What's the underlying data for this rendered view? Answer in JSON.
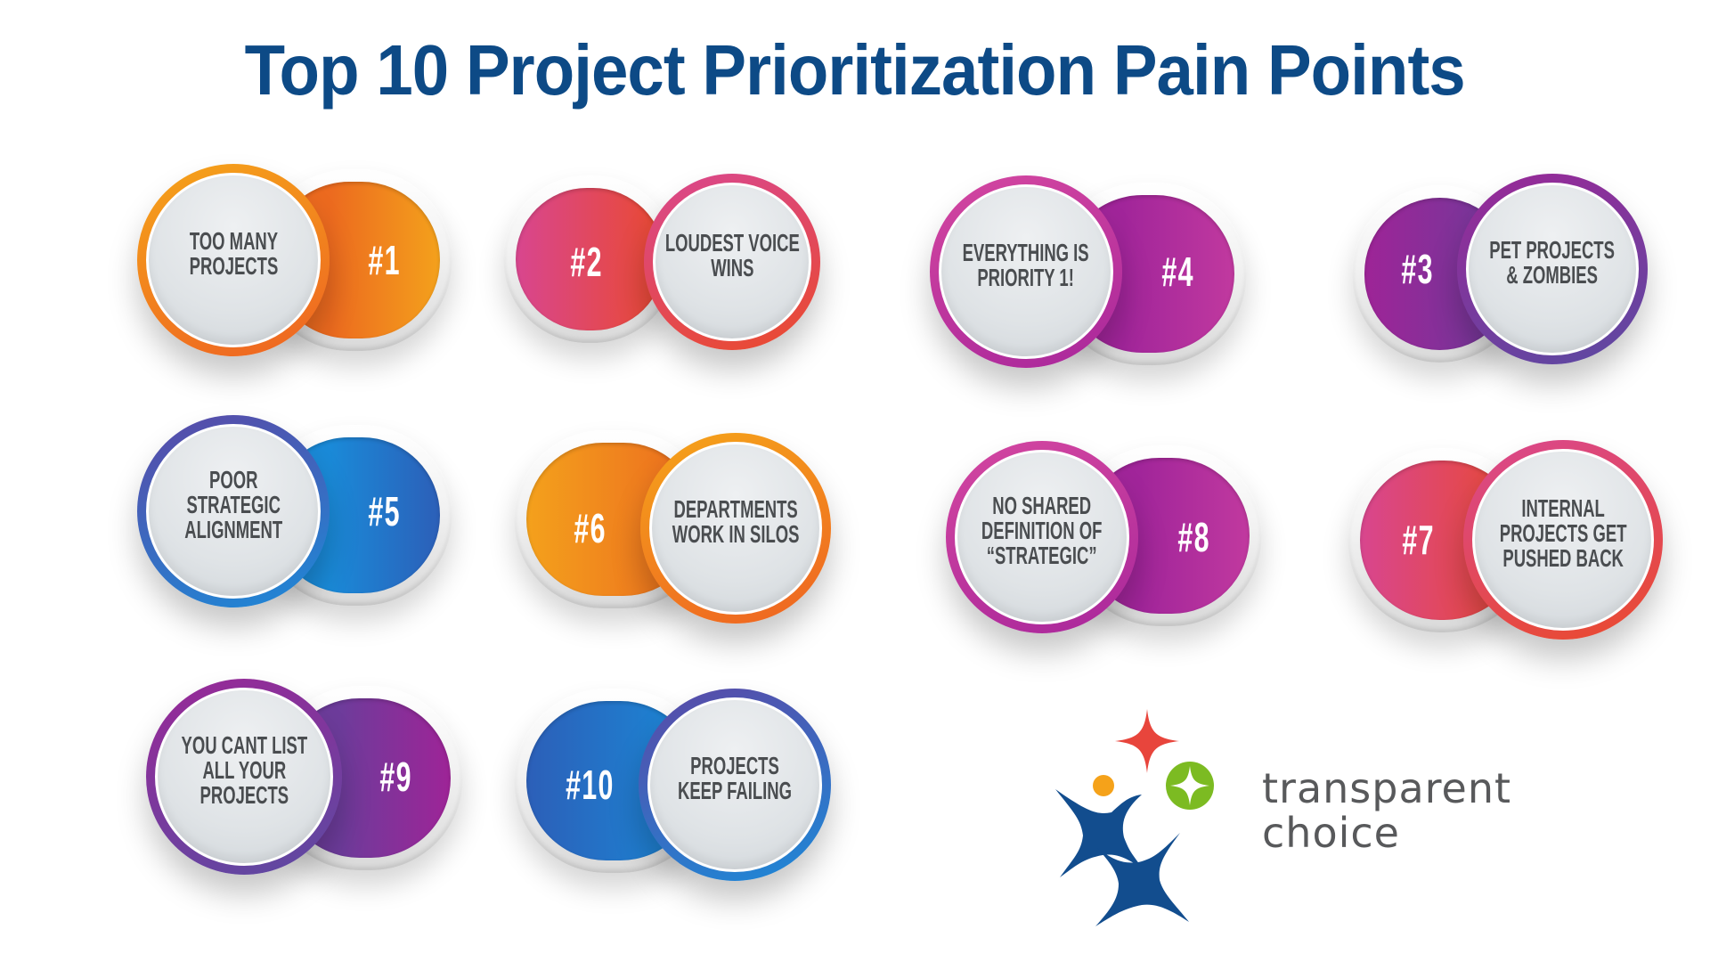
{
  "title": "Top 10 Project Prioritization Pain Points",
  "colors": {
    "title": "#0d4a86",
    "label_text": "#4a4d50",
    "number_text": "#ffffff",
    "logo_text": "#58595b",
    "logo_red": "#e8453c",
    "logo_orange": "#f5a21a",
    "logo_green": "#7cbb22",
    "logo_blue": "#124d8e"
  },
  "items": [
    {
      "rank": "#1",
      "label_lines": [
        "TOO MANY",
        "PROJECTS"
      ],
      "circle_side": "left",
      "theme": "orange"
    },
    {
      "rank": "#2",
      "label_lines": [
        "LOUDEST VOICE",
        "WINS"
      ],
      "circle_side": "right",
      "theme": "pink-red"
    },
    {
      "rank": "#4",
      "label_lines": [
        "EVERYTHING IS",
        "PRIORITY 1!"
      ],
      "circle_side": "left",
      "theme": "magenta"
    },
    {
      "rank": "#3",
      "label_lines": [
        "PET PROJECTS",
        "& ZOMBIES"
      ],
      "circle_side": "right",
      "theme": "purple"
    },
    {
      "rank": "#5",
      "label_lines": [
        "POOR",
        "STRATEGIC",
        "ALIGNMENT"
      ],
      "circle_side": "left",
      "theme": "blue"
    },
    {
      "rank": "#6",
      "label_lines": [
        "DEPARTMENTS",
        "WORK IN SILOS"
      ],
      "circle_side": "right",
      "theme": "orange"
    },
    {
      "rank": "#8",
      "label_lines": [
        "NO SHARED",
        "DEFINITION OF",
        "“STRATEGIC”"
      ],
      "circle_side": "left",
      "theme": "magenta"
    },
    {
      "rank": "#7",
      "label_lines": [
        "INTERNAL",
        "PROJECTS GET",
        "PUSHED BACK"
      ],
      "circle_side": "right",
      "theme": "pink-red"
    },
    {
      "rank": "#9",
      "label_lines": [
        "YOU CANT LIST",
        "ALL YOUR",
        "PROJECTS"
      ],
      "circle_side": "left",
      "theme": "purple"
    },
    {
      "rank": "#10",
      "label_lines": [
        "PROJECTS",
        "KEEP FAILING"
      ],
      "circle_side": "right",
      "theme": "blue"
    }
  ],
  "themes": {
    "orange": {
      "track_from": "#f4a11c",
      "track_to": "#ec6a1f",
      "ring_from": "#f5a41a",
      "ring_to": "#ee6322"
    },
    "pink-red": {
      "track_from": "#d8468f",
      "track_to": "#ea4a30",
      "ring_from": "#d9478f",
      "ring_to": "#ea4a2c"
    },
    "magenta": {
      "track_from": "#c1399f",
      "track_to": "#a1259a",
      "ring_from": "#d447a0",
      "ring_to": "#a9279b"
    },
    "purple": {
      "track_from": "#9e2497",
      "track_to": "#6d3c9b",
      "ring_from": "#9a2897",
      "ring_to": "#5b4aa2"
    },
    "blue": {
      "track_from": "#2c5fb8",
      "track_to": "#1a8ad8",
      "ring_from": "#5b48a6",
      "ring_to": "#1c8ad8"
    }
  },
  "logo": {
    "line1": "transparent",
    "line2": "choice"
  }
}
